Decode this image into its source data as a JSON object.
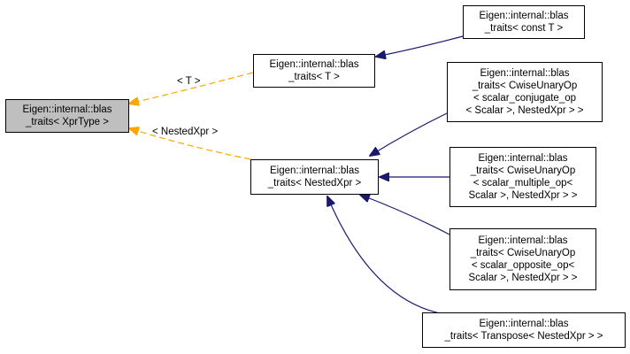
{
  "colors": {
    "inherit_edge": "#191970",
    "template_edge": "#ffa500",
    "root_fill": "#bfbfbf",
    "node_border": "#000000"
  },
  "nodes": {
    "root": {
      "lines": [
        "Eigen::internal::blas",
        "_traits< XprType >"
      ]
    },
    "traits_t": {
      "lines": [
        "Eigen::internal::blas",
        "_traits< T >"
      ]
    },
    "traits_nested": {
      "lines": [
        "Eigen::internal::blas",
        "_traits< NestedXpr >"
      ]
    },
    "traits_const_t": {
      "lines": [
        "Eigen::internal::blas",
        "_traits< const T >"
      ]
    },
    "traits_conjugate": {
      "lines": [
        "Eigen::internal::blas",
        "_traits< CwiseUnaryOp",
        "< scalar_conjugate_op",
        "< Scalar >, NestedXpr > >"
      ]
    },
    "traits_multiple": {
      "lines": [
        "Eigen::internal::blas",
        "_traits< CwiseUnaryOp",
        "< scalar_multiple_op<",
        "Scalar >, NestedXpr > >"
      ]
    },
    "traits_opposite": {
      "lines": [
        "Eigen::internal::blas",
        "_traits< CwiseUnaryOp",
        "< scalar_opposite_op<",
        "Scalar >, NestedXpr > >"
      ]
    },
    "traits_transpose": {
      "lines": [
        "Eigen::internal::blas",
        "_traits< Transpose< NestedXpr > >"
      ]
    }
  },
  "edge_labels": {
    "t": "< T >",
    "nested": "< NestedXpr >"
  }
}
